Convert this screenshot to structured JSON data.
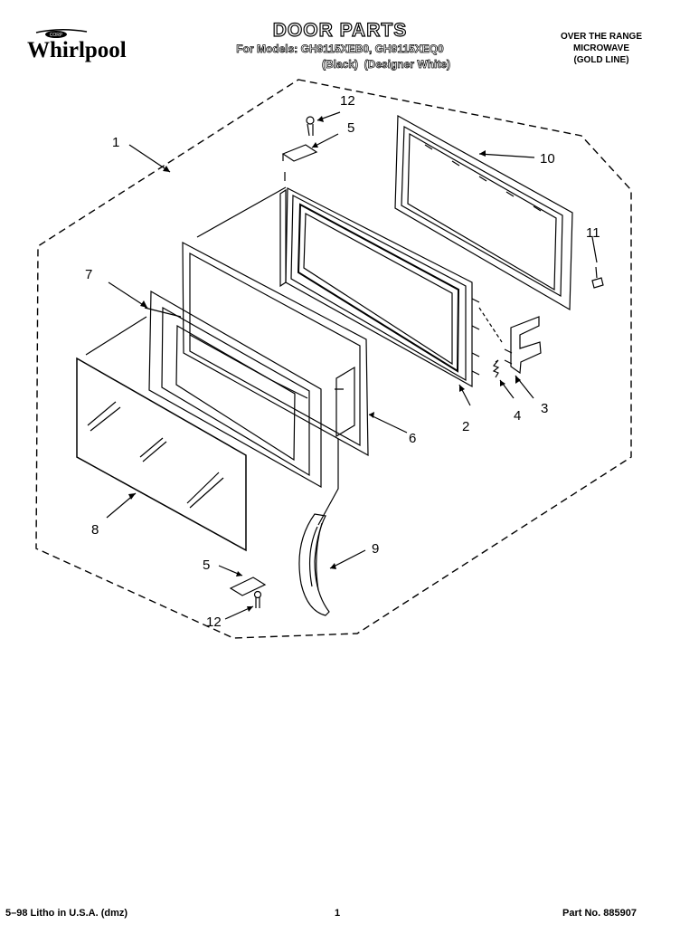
{
  "header": {
    "brand": "Whirlpool",
    "brand_badge": "CORP",
    "title": "DOOR PARTS",
    "models_line": "For Models: GH9115XEB0, GH9115XEQ0",
    "colors_line": "(Black)  (Designer White)",
    "product_lines": [
      "OVER THE RANGE",
      "MICROWAVE",
      "(GOLD LINE)"
    ]
  },
  "diagram": {
    "callouts": [
      {
        "id": "1",
        "text": "1"
      },
      {
        "id": "2",
        "text": "2"
      },
      {
        "id": "3",
        "text": "3"
      },
      {
        "id": "4",
        "text": "4"
      },
      {
        "id": "5-top",
        "text": "5"
      },
      {
        "id": "5-bottom",
        "text": "5"
      },
      {
        "id": "6",
        "text": "6"
      },
      {
        "id": "7",
        "text": "7"
      },
      {
        "id": "8",
        "text": "8"
      },
      {
        "id": "9",
        "text": "9"
      },
      {
        "id": "10",
        "text": "10"
      },
      {
        "id": "11",
        "text": "11"
      },
      {
        "id": "12-top",
        "text": "12"
      },
      {
        "id": "12-bottom",
        "text": "12"
      }
    ]
  },
  "footer": {
    "litho": "5–98 Litho in U.S.A. (dmz)",
    "page": "1",
    "part_no": "Part No. 885907"
  }
}
